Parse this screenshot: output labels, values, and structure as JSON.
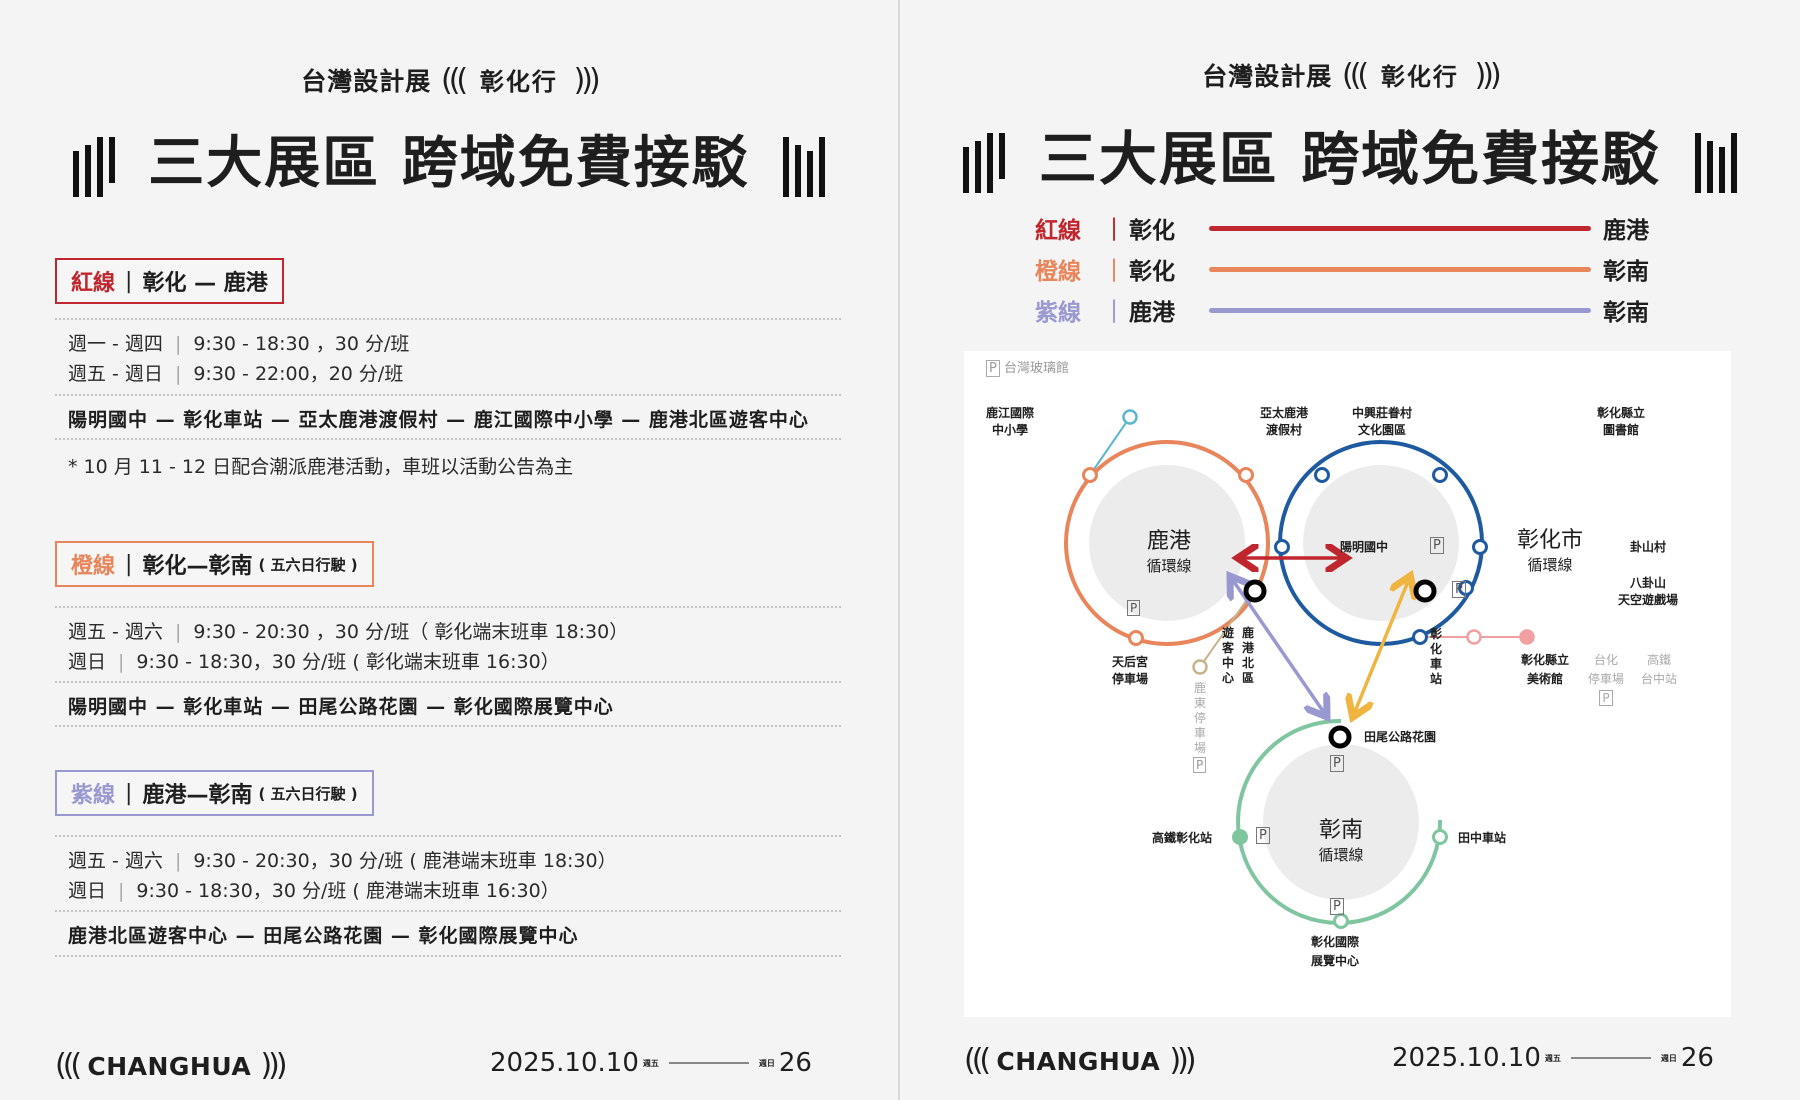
{
  "colors": {
    "red": "#c0262d",
    "orange": "#e8855a",
    "purple": "#9a98d0",
    "blue": "#1e5aa0",
    "green": "#7fc6a0",
    "yellow": "#f0b440",
    "teal": "#5bb6cf",
    "pink": "#f0a0a0",
    "background": "#f4f4f4"
  },
  "left": {
    "subtitle": {
      "prefix": "台灣設計展",
      "open": "(((",
      "brand": "彰化行",
      "close": ")))"
    },
    "title": "三大展區 跨域免費接駁",
    "lines": [
      {
        "name": "紅線",
        "route": "彰化 — 鹿港",
        "note_small": "",
        "schedules": [
          {
            "days": "週一 - 週四",
            "time": "9:30 - 18:30 ，30 分/班"
          },
          {
            "days": "週五 - 週日",
            "time": "9:30 - 22:00，20 分/班"
          }
        ],
        "stops": "陽明國中 — 彰化車站 — 亞太鹿港渡假村 — 鹿江國際中小學 — 鹿港北區遊客中心",
        "footnote": "* 10 月 11 - 12 日配合潮派鹿港活動，車班以活動公告為主"
      },
      {
        "name": "橙線",
        "route": "彰化—彰南",
        "note_small": "( 五六日行駛 )",
        "schedules": [
          {
            "days": "週五 - 週六",
            "time": "9:30 - 20:30 ，30 分/班（ 彰化端末班車 18:30）"
          },
          {
            "days": "週日",
            "time": "9:30 - 18:30，30 分/班 ( 彰化端末班車 16:30）"
          }
        ],
        "stops": "陽明國中 — 彰化車站 — 田尾公路花園 — 彰化國際展覽中心"
      },
      {
        "name": "紫線",
        "route": "鹿港—彰南",
        "note_small": "( 五六日行駛 )",
        "schedules": [
          {
            "days": "週五 - 週六",
            "time": "9:30 - 20:30，30 分/班 ( 鹿港端末班車 18:30）"
          },
          {
            "days": "週日",
            "time": "9:30 - 18:30，30 分/班 ( 鹿港端末班車 16:30）"
          }
        ],
        "stops": "鹿港北區遊客中心 — 田尾公路花園 — 彰化國際展覽中心"
      }
    ],
    "separator": "|",
    "footer": {
      "logo_open": "(((",
      "logo": "CHANGHUA",
      "logo_close": ")))",
      "date": "2025.10.10",
      "day_start": "週五",
      "day_end": "週日",
      "end": "26"
    }
  },
  "right": {
    "subtitle": {
      "prefix": "台灣設計展",
      "open": "(((",
      "brand": "彰化行",
      "close": ")))"
    },
    "title": "三大展區 跨域免費接駁",
    "legend": [
      {
        "name": "紅線",
        "from": "彰化",
        "to": "鹿港"
      },
      {
        "name": "橙線",
        "from": "彰化",
        "to": "彰南"
      },
      {
        "name": "紫線",
        "from": "鹿港",
        "to": "彰南"
      }
    ],
    "separator": "|",
    "map": {
      "parking": "P",
      "loops": {
        "lukang": {
          "name": "鹿港",
          "sub": "循環線"
        },
        "changhua": {
          "name": "彰化市",
          "sub": "循環線"
        },
        "zhangnan": {
          "name": "彰南",
          "sub": "循環線"
        }
      },
      "stations": {
        "glass": "台灣玻璃館",
        "lujiang_1": "鹿江國際",
        "lujiang_2": "中小學",
        "yatai_1": "亞太鹿港",
        "yatai_2": "渡假村",
        "tianhou_1": "天后宮",
        "tianhou_2": "停車場",
        "ludong": "鹿東停車場",
        "visitor_a": "遊客中心",
        "visitor_b": "鹿港北區",
        "zhongxing_1": "中興莊眷村",
        "zhongxing_2": "文化園區",
        "library_1": "彰化縣立",
        "library_2": "圖書館",
        "yangming": "陽明國中",
        "guashan": "卦山村",
        "bagua_1": "八卦山",
        "bagua_2": "天空遊戲場",
        "art_1": "彰化縣立",
        "art_2": "美術館",
        "taihua_1": "台化",
        "taihua_2": "停車場",
        "hsr_tc_1": "高鐵",
        "hsr_tc_2": "台中站",
        "ch_station": "彰化車站",
        "tianwei": "田尾公路花園",
        "hsr_ch": "高鐵彰化站",
        "tianzhong": "田中車站",
        "expo_1": "彰化國際",
        "expo_2": "展覽中心"
      }
    },
    "footer": {
      "logo_open": "(((",
      "logo": "CHANGHUA",
      "logo_close": ")))",
      "date": "2025.10.10",
      "day_start": "週五",
      "day_end": "週日",
      "end": "26"
    }
  }
}
